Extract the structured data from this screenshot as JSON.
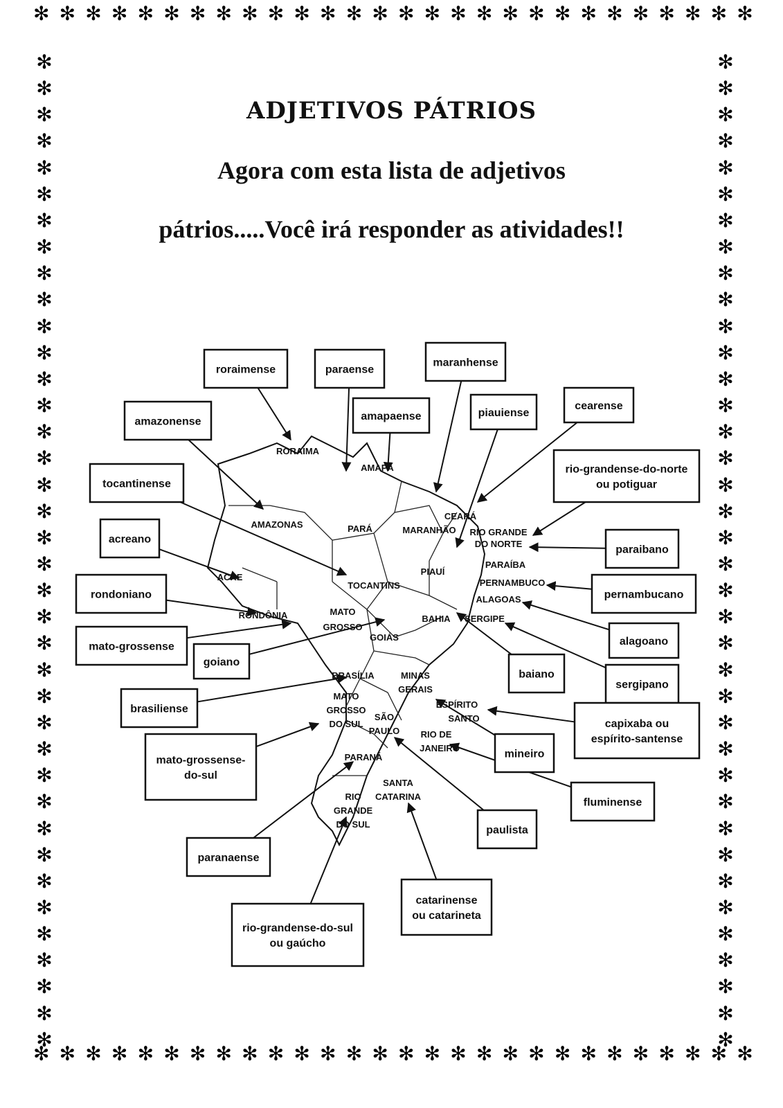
{
  "title": "ADJETIVOS PÁTRIOS",
  "subtitle_line1": "Agora com esta lista de adjetivos",
  "subtitle_line2": "pátrios.....Você irá responder as atividades!!",
  "border_glyph": "✻",
  "states": [
    "RORAIMA",
    "AMAPÁ",
    "AMAZONAS",
    "PARÁ",
    "MARANHÃO",
    "CEARÁ",
    "RIO GRANDE",
    "DO NORTE",
    "PARAÍBA",
    "PERNAMBUCO",
    "ALAGOAS",
    "SERGIPE",
    "BAHIA",
    "PIAUÍ",
    "TOCANTINS",
    "ACRE",
    "RONDÔNIA",
    "MATO",
    "GROSSO",
    "GOIÁS",
    "BRASÍLIA",
    "MINAS",
    "GERAIS",
    "ESPÍRITO",
    "SANTO",
    "MATO",
    "GROSSO",
    "DO SUL",
    "SÃO",
    "PAULO",
    "RIO DE",
    "JANEIRO",
    "PARANÁ",
    "SANTA",
    "CATARINA",
    "RIO",
    "GRANDE",
    "DO SUL"
  ],
  "boxes": [
    {
      "lines": [
        "roraimense"
      ]
    },
    {
      "lines": [
        "paraense"
      ]
    },
    {
      "lines": [
        "maranhense"
      ]
    },
    {
      "lines": [
        "amapaense"
      ]
    },
    {
      "lines": [
        "piauiense"
      ]
    },
    {
      "lines": [
        "cearense"
      ]
    },
    {
      "lines": [
        "amazonense"
      ]
    },
    {
      "lines": [
        "rio-grandense-do-norte",
        "ou potiguar"
      ]
    },
    {
      "lines": [
        "tocantinense"
      ]
    },
    {
      "lines": [
        "acreano"
      ]
    },
    {
      "lines": [
        "paraibano"
      ]
    },
    {
      "lines": [
        "rondoniano"
      ]
    },
    {
      "lines": [
        "pernambucano"
      ]
    },
    {
      "lines": [
        "mato-grossense"
      ]
    },
    {
      "lines": [
        "goiano"
      ]
    },
    {
      "lines": [
        "alagoano"
      ]
    },
    {
      "lines": [
        "baiano"
      ]
    },
    {
      "lines": [
        "sergipano"
      ]
    },
    {
      "lines": [
        "brasiliense"
      ]
    },
    {
      "lines": [
        "capixaba ou",
        "espírito-santense"
      ]
    },
    {
      "lines": [
        "mineiro"
      ]
    },
    {
      "lines": [
        "mato-grossense-",
        "do-sul"
      ]
    },
    {
      "lines": [
        "fluminense"
      ]
    },
    {
      "lines": [
        "paulista"
      ]
    },
    {
      "lines": [
        "paranaense"
      ]
    },
    {
      "lines": [
        "catarinense",
        "ou catarineta"
      ]
    },
    {
      "lines": [
        "rio-grandense-do-sul",
        "ou gaúcho"
      ]
    }
  ]
}
